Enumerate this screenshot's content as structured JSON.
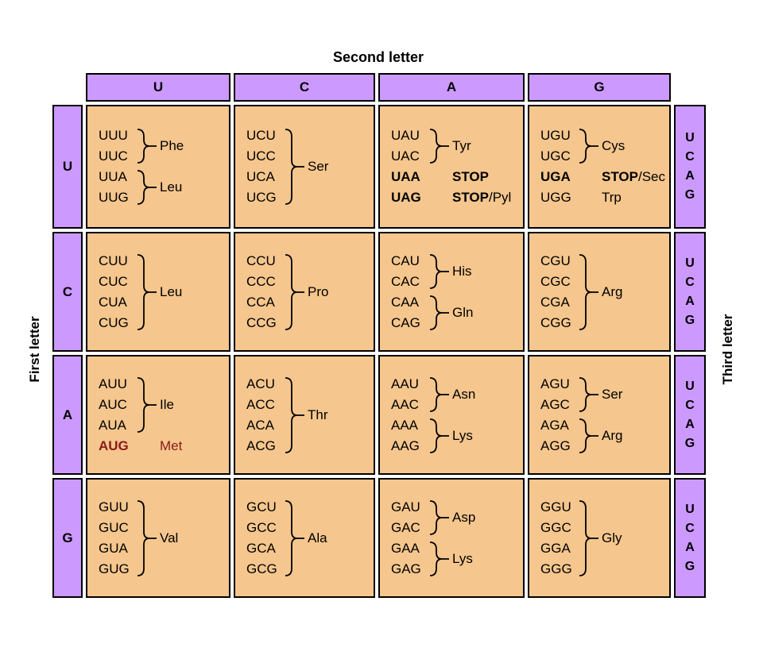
{
  "title_top": "Second letter",
  "left_axis": "First letter",
  "right_axis": "Third letter",
  "second_letters": [
    "U",
    "C",
    "A",
    "G"
  ],
  "first_letters": [
    "U",
    "C",
    "A",
    "G"
  ],
  "third_letters": [
    "U",
    "C",
    "A",
    "G"
  ],
  "colors": {
    "header_bg": "#CC99FF",
    "cell_bg": "#F5C68D",
    "border": "#000000",
    "special": "#8B1A1A"
  },
  "cells": [
    {
      "row": "U",
      "col": "U",
      "groups": [
        {
          "type": "brace",
          "codons": [
            "UUU",
            "UUC"
          ],
          "label": "Phe"
        },
        {
          "type": "brace",
          "codons": [
            "UUA",
            "UUG"
          ],
          "label": "Leu"
        }
      ]
    },
    {
      "row": "U",
      "col": "C",
      "groups": [
        {
          "type": "brace",
          "codons": [
            "UCU",
            "UCC",
            "UCA",
            "UCG"
          ],
          "label": "Ser"
        }
      ]
    },
    {
      "row": "U",
      "col": "A",
      "groups": [
        {
          "type": "brace",
          "codons": [
            "UAU",
            "UAC"
          ],
          "label": "Tyr"
        },
        {
          "type": "plain",
          "rows": [
            {
              "codon": "UAA",
              "codon_bold": true,
              "label_parts": [
                {
                  "text": "STOP",
                  "bold": true
                }
              ]
            },
            {
              "codon": "UAG",
              "codon_bold": true,
              "label_parts": [
                {
                  "text": "STOP",
                  "bold": true
                },
                {
                  "text": "/Pyl",
                  "bold": false
                }
              ]
            }
          ]
        }
      ]
    },
    {
      "row": "U",
      "col": "G",
      "groups": [
        {
          "type": "brace",
          "codons": [
            "UGU",
            "UGC"
          ],
          "label": "Cys"
        },
        {
          "type": "plain",
          "rows": [
            {
              "codon": "UGA",
              "codon_bold": true,
              "label_parts": [
                {
                  "text": "STOP",
                  "bold": true
                },
                {
                  "text": "/Sec",
                  "bold": false
                }
              ]
            },
            {
              "codon": "UGG",
              "codon_bold": false,
              "label_parts": [
                {
                  "text": "Trp",
                  "bold": false
                }
              ]
            }
          ]
        }
      ]
    },
    {
      "row": "C",
      "col": "U",
      "groups": [
        {
          "type": "brace",
          "codons": [
            "CUU",
            "CUC",
            "CUA",
            "CUG"
          ],
          "label": "Leu"
        }
      ]
    },
    {
      "row": "C",
      "col": "C",
      "groups": [
        {
          "type": "brace",
          "codons": [
            "CCU",
            "CCC",
            "CCA",
            "CCG"
          ],
          "label": "Pro"
        }
      ]
    },
    {
      "row": "C",
      "col": "A",
      "groups": [
        {
          "type": "brace",
          "codons": [
            "CAU",
            "CAC"
          ],
          "label": "His"
        },
        {
          "type": "brace",
          "codons": [
            "CAA",
            "CAG"
          ],
          "label": "Gln"
        }
      ]
    },
    {
      "row": "C",
      "col": "G",
      "groups": [
        {
          "type": "brace",
          "codons": [
            "CGU",
            "CGC",
            "CGA",
            "CGG"
          ],
          "label": "Arg"
        }
      ]
    },
    {
      "row": "A",
      "col": "U",
      "groups": [
        {
          "type": "brace",
          "codons": [
            "AUU",
            "AUC",
            "AUA"
          ],
          "label": "Ile"
        },
        {
          "type": "plain",
          "rows": [
            {
              "codon": "AUG",
              "codon_bold": true,
              "codon_special": true,
              "label_parts": [
                {
                  "text": "Met",
                  "bold": false,
                  "special": true
                }
              ]
            }
          ]
        }
      ]
    },
    {
      "row": "A",
      "col": "C",
      "groups": [
        {
          "type": "brace",
          "codons": [
            "ACU",
            "ACC",
            "ACA",
            "ACG"
          ],
          "label": "Thr"
        }
      ]
    },
    {
      "row": "A",
      "col": "A",
      "groups": [
        {
          "type": "brace",
          "codons": [
            "AAU",
            "AAC"
          ],
          "label": "Asn"
        },
        {
          "type": "brace",
          "codons": [
            "AAA",
            "AAG"
          ],
          "label": "Lys"
        }
      ]
    },
    {
      "row": "A",
      "col": "G",
      "groups": [
        {
          "type": "brace",
          "codons": [
            "AGU",
            "AGC"
          ],
          "label": "Ser"
        },
        {
          "type": "brace",
          "codons": [
            "AGA",
            "AGG"
          ],
          "label": "Arg"
        }
      ]
    },
    {
      "row": "G",
      "col": "U",
      "groups": [
        {
          "type": "brace",
          "codons": [
            "GUU",
            "GUC",
            "GUA",
            "GUG"
          ],
          "label": "Val"
        }
      ]
    },
    {
      "row": "G",
      "col": "C",
      "groups": [
        {
          "type": "brace",
          "codons": [
            "GCU",
            "GCC",
            "GCA",
            "GCG"
          ],
          "label": "Ala"
        }
      ]
    },
    {
      "row": "G",
      "col": "A",
      "groups": [
        {
          "type": "brace",
          "codons": [
            "GAU",
            "GAC"
          ],
          "label": "Asp"
        },
        {
          "type": "brace",
          "codons": [
            "GAA",
            "GAG"
          ],
          "label": "Lys"
        }
      ]
    },
    {
      "row": "G",
      "col": "G",
      "groups": [
        {
          "type": "brace",
          "codons": [
            "GGU",
            "GGC",
            "GGA",
            "GGG"
          ],
          "label": "Gly"
        }
      ]
    }
  ]
}
